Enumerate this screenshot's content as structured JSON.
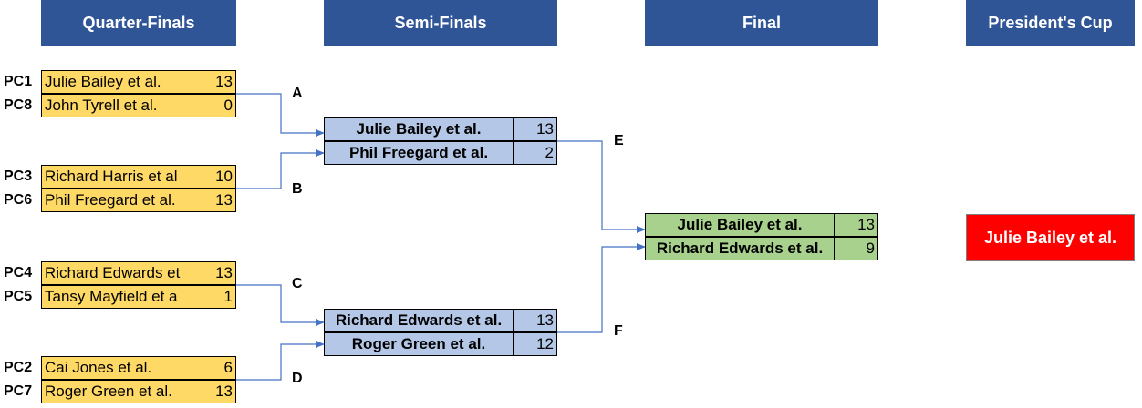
{
  "headers": {
    "quarter_finals": "Quarter-Finals",
    "semi_finals": "Semi-Finals",
    "final": "Final",
    "presidents_cup": "President's Cup"
  },
  "quarter_finals": [
    {
      "seed": "PC1",
      "name": "Julie Bailey et al.",
      "score": "13"
    },
    {
      "seed": "PC8",
      "name": "John Tyrell et al.",
      "score": "0"
    },
    {
      "seed": "PC3",
      "name": "Richard Harris et al",
      "score": "10"
    },
    {
      "seed": "PC6",
      "name": "Phil Freegard et al.",
      "score": "13"
    },
    {
      "seed": "PC4",
      "name": "Richard Edwards et",
      "score": "13"
    },
    {
      "seed": "PC5",
      "name": "Tansy Mayfield et a",
      "score": "1"
    },
    {
      "seed": "PC2",
      "name": "Cai Jones et al.",
      "score": "6"
    },
    {
      "seed": "PC7",
      "name": "Roger Green et al.",
      "score": "13"
    }
  ],
  "semi_finals": [
    {
      "name": "Julie Bailey et al.",
      "score": "13"
    },
    {
      "name": "Phil Freegard et al.",
      "score": "2"
    },
    {
      "name": "Richard Edwards et al.",
      "score": "13"
    },
    {
      "name": "Roger Green et al.",
      "score": "12"
    }
  ],
  "final": [
    {
      "name": "Julie Bailey et al.",
      "score": "13"
    },
    {
      "name": "Richard Edwards et al.",
      "score": "9"
    }
  ],
  "match_labels": [
    "A",
    "B",
    "C",
    "D",
    "E",
    "F"
  ],
  "winner": "Julie Bailey et al.",
  "colors": {
    "header": "#2f5597",
    "quarter_final_cell": "#ffd966",
    "semi_final_cell": "#b4c7e7",
    "final_cell": "#a9d18e",
    "winner_cell": "#ff0000",
    "connector": "#4472c4"
  }
}
